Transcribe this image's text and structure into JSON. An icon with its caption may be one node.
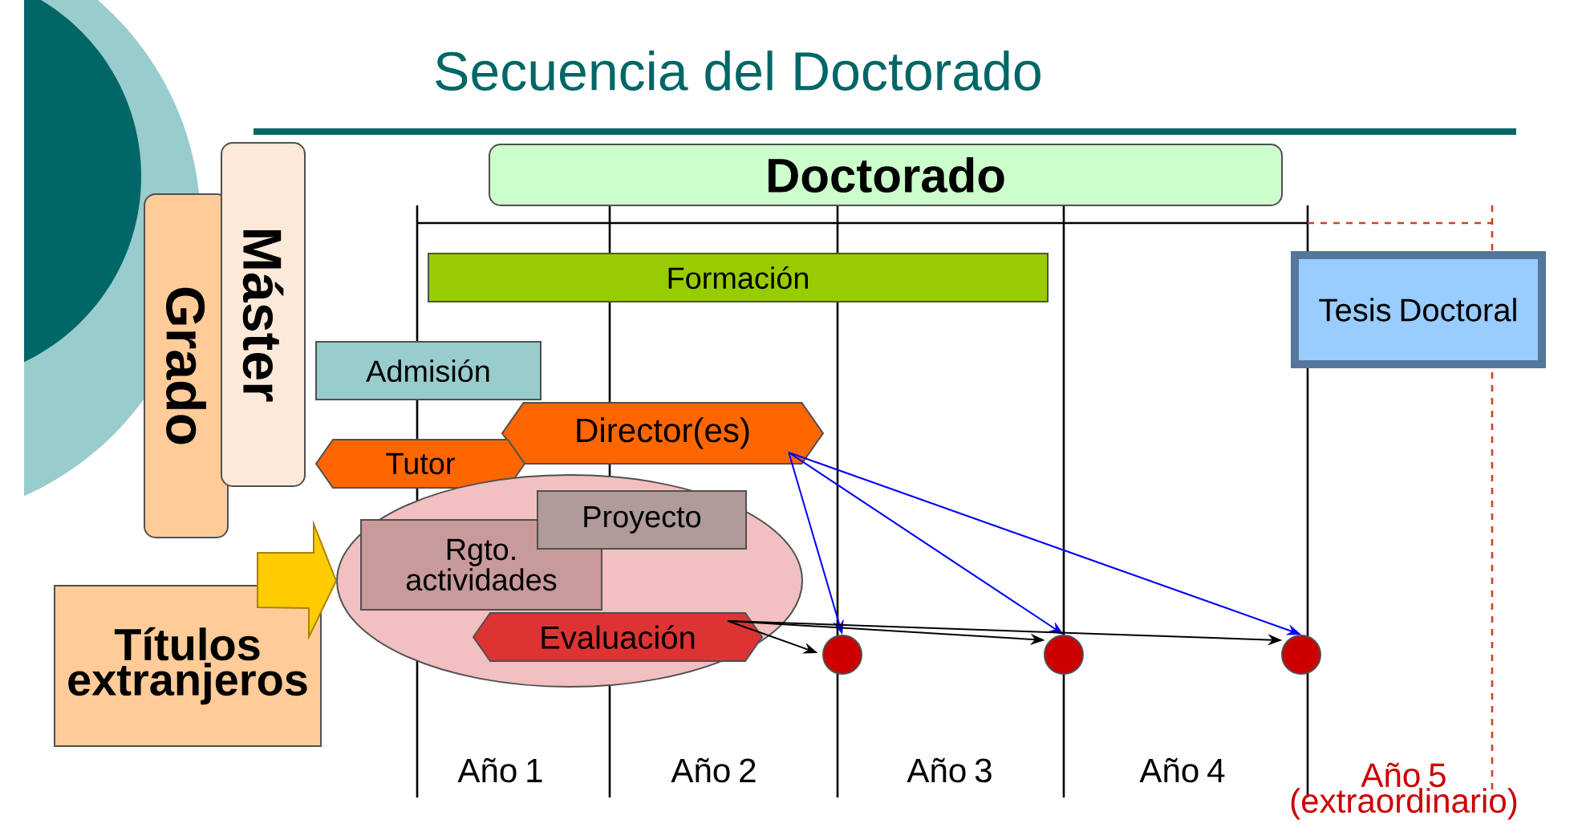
{
  "diagram": {
    "title": "Secuencia del Doctorado",
    "nodes": [
      {
        "text": [
          "Doctorado"
        ]
      },
      {
        "text": [
          "Grado"
        ]
      },
      {
        "text": [
          "Máster"
        ]
      },
      {
        "text": [
          "Formación"
        ]
      },
      {
        "text": [
          "Tesis Doctoral"
        ]
      },
      {
        "text": [
          "Admisión"
        ]
      },
      {
        "text": [
          "Director(es)"
        ]
      },
      {
        "text": [
          "Tutor"
        ]
      },
      {
        "text": [],
        "shape": "ellipse"
      },
      {
        "text": [
          "Rgto. actividades"
        ],
        "in": 8
      },
      {
        "text": [
          "Proyecto"
        ],
        "in": 8
      },
      {
        "text": [
          "Evaluación"
        ],
        "in": 8
      },
      {
        "text": [
          "Títulos extranjeros"
        ]
      },
      {
        "text": [],
        "shape": "circle"
      },
      {
        "text": [],
        "shape": "circle"
      },
      {
        "text": [],
        "shape": "circle"
      }
    ],
    "edges": [
      {
        "from": 12,
        "to": 8,
        "arrow": "to",
        "style": "thick",
        "color": "#ffcc00"
      },
      {
        "from": 6,
        "to": 13,
        "arrow": "to",
        "color": "#0000ff"
      },
      {
        "from": 6,
        "to": 14,
        "arrow": "to",
        "color": "#0000ff"
      },
      {
        "from": 6,
        "to": 15,
        "arrow": "to",
        "color": "#0000ff"
      },
      {
        "from": 11,
        "to": 13,
        "arrow": "to",
        "color": "#000000"
      },
      {
        "from": 11,
        "to": 14,
        "arrow": "to",
        "color": "#000000"
      },
      {
        "from": 11,
        "to": 15,
        "arrow": "to",
        "color": "#000000"
      }
    ],
    "labels": [
      "Año 1",
      "Año 2",
      "Año 3",
      "Año 4",
      "Año 5 (extraordinario)"
    ]
  }
}
